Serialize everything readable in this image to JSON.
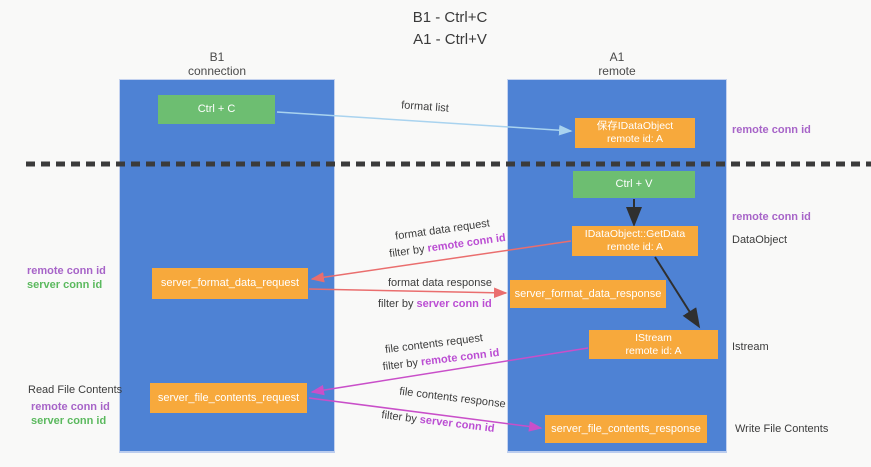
{
  "title": {
    "line1": "B1 - Ctrl+C",
    "line2": "A1 - Ctrl+V"
  },
  "lifelines": {
    "left": {
      "name": "B1",
      "role": "connection"
    },
    "right": {
      "name": "A1",
      "role": "remote"
    }
  },
  "nodes": {
    "ctrl_c": {
      "label": "Ctrl + C"
    },
    "save_idataobject": {
      "line1": "保存IDataObject",
      "line2": "remote id: A"
    },
    "ctrl_v": {
      "label": "Ctrl + V"
    },
    "getdata": {
      "line1": "IDataObject::GetData",
      "line2": "remote id: A"
    },
    "server_format_data_request": {
      "label": "server_format_data_request"
    },
    "server_format_data_response": {
      "label": "server_format_data_response"
    },
    "istream": {
      "line1": "IStream",
      "line2": "remote id: A"
    },
    "server_file_contents_request": {
      "label": "server_file_contents_request"
    },
    "server_file_contents_response": {
      "label": "server_file_contents_response"
    }
  },
  "arrows": {
    "format_list": {
      "label": "format list"
    },
    "format_data_request": {
      "label": "format data request",
      "filter_prefix": "filter by",
      "filter_key": "remote conn id"
    },
    "format_data_response": {
      "label": "format data response",
      "filter_prefix": "filter by",
      "filter_key": "server conn id"
    },
    "file_contents_request": {
      "label": "file contents request",
      "filter_prefix": "filter by",
      "filter_key": "remote conn id"
    },
    "file_contents_response": {
      "label": "file contents response",
      "filter_prefix": "filter by",
      "filter_key": "server conn id"
    }
  },
  "side_labels": {
    "right_remote_conn_id_top": "remote conn id",
    "right_remote_conn_id_mid": "remote conn id",
    "right_dataobject": "DataObject",
    "right_istream": "Istream",
    "right_write_file_contents": "Write File Contents",
    "left_remote_conn_id_1": "remote conn id",
    "left_server_conn_id_1": "server conn id",
    "left_read_file_contents": "Read File Contents",
    "left_remote_conn_id_2": "remote conn id",
    "left_server_conn_id_2": "server conn id"
  },
  "colors": {
    "lifeline_blue": "#4e82d4",
    "node_green": "#6dbe71",
    "node_orange": "#f7a93c",
    "arrow_blue": "#a9d3ef",
    "arrow_red": "#ea6e6e",
    "arrow_magenta": "#c94fc9",
    "arrow_black": "#2f2f2f",
    "side_purple": "#a764c8",
    "inline_purple": "#bb4ed3",
    "side_green": "#5bb95e"
  }
}
